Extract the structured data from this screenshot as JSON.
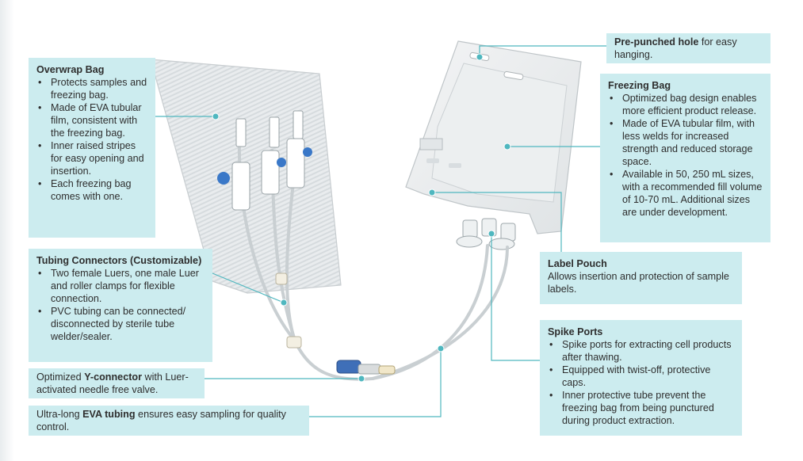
{
  "overwrap": {
    "title": "Overwrap Bag",
    "bullets": [
      "Protects samples and freezing bag.",
      "Made of EVA tubular film, consistent with the freezing bag.",
      "Inner raised stripes for easy opening and insertion.",
      "Each freezing bag comes with one."
    ]
  },
  "tubing_connectors": {
    "title": "Tubing Connectors (Customizable)",
    "bullets": [
      "Two female Luers, one male Luer and roller clamps for flexible connection.",
      "PVC tubing can be connected/ disconnected by sterile tube welder/sealer."
    ]
  },
  "y_connector": {
    "prefix": "Optimized ",
    "bold": "Y-connector",
    "suffix": " with Luer-activated needle free valve."
  },
  "eva_tubing": {
    "prefix": "Ultra-long ",
    "bold": "EVA tubing",
    "suffix": " ensures easy sampling for quality control."
  },
  "hole": {
    "bold": "Pre-punched hole",
    "suffix": " for easy hanging."
  },
  "freezing_bag": {
    "title": "Freezing Bag",
    "bullets": [
      "Optimized bag design enables more efficient product release.",
      "Made of EVA tubular film, with less welds for increased strength and reduced storage space.",
      "Available in 50, 250 mL sizes, with a recommended fill volume of 10-70 mL. Additional sizes are under development."
    ]
  },
  "label_pouch": {
    "title": "Label Pouch",
    "text": "Allows insertion and protection of sample labels."
  },
  "spike_ports": {
    "title": "Spike Ports",
    "bullets": [
      "Spike ports for extracting cell products after thawing.",
      "Equipped with twist-off, protective caps.",
      "Inner protective tube prevent the freezing bag from being punctured during product extraction."
    ]
  },
  "colors": {
    "callout_bg": "#ccecef",
    "leader_line": "#4fb7bf"
  }
}
